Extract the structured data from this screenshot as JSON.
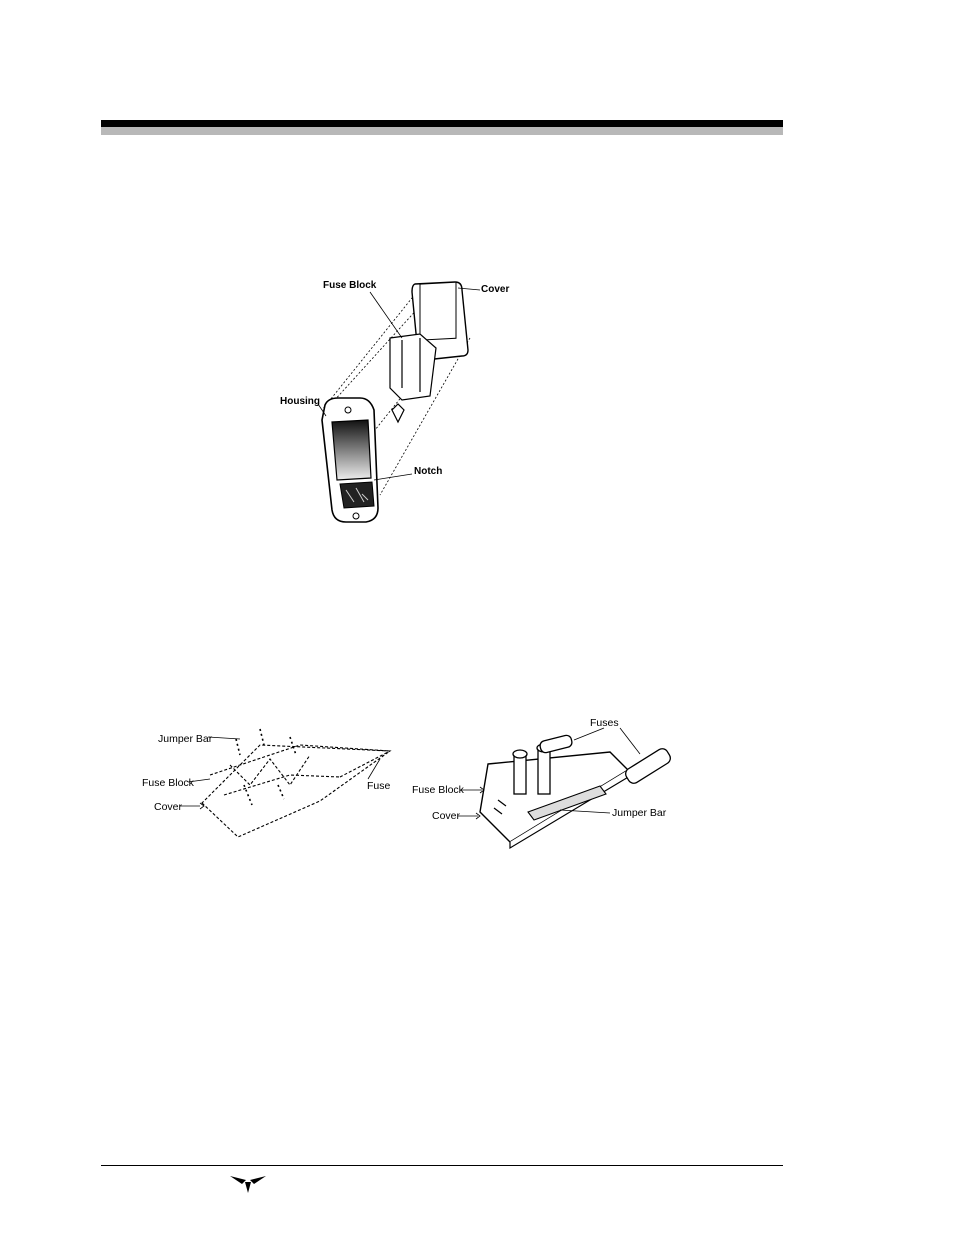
{
  "figure1": {
    "labels": {
      "fuse_block": "Fuse Block",
      "cover": "Cover",
      "housing": "Housing",
      "notch": "Notch"
    }
  },
  "figure2": {
    "labels": {
      "jumper_bar": "Jumper Bar",
      "fuse_block": "Fuse Block",
      "cover": "Cover",
      "fuse": "Fuse"
    }
  },
  "figure3": {
    "labels": {
      "fuses": "Fuses",
      "fuse_block": "Fuse Block",
      "cover": "Cover",
      "jumper_bar": "Jumper Bar"
    }
  },
  "footer": {
    "logo_icon": "teledyne-logo-icon"
  }
}
